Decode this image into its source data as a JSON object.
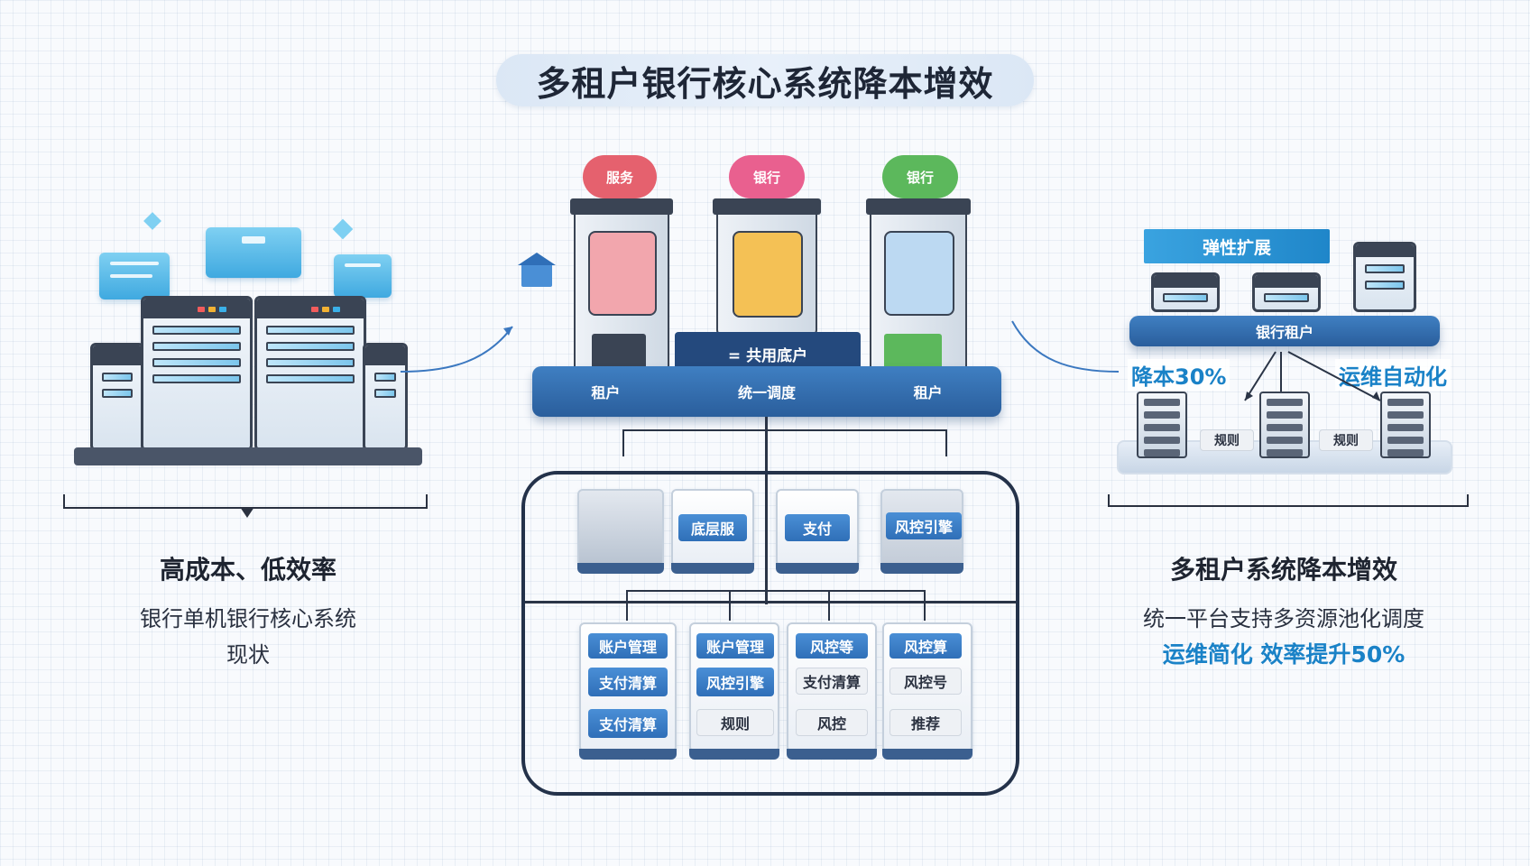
{
  "title": "多租户银行核心系统降本增效",
  "left": {
    "heading": "高成本、低效率",
    "line1": "银行单机银行核心系统",
    "line2": "现状"
  },
  "center": {
    "tenants": [
      {
        "cloud": "服务",
        "color": "#e5616e",
        "screen": "#f2a6ad"
      },
      {
        "cloud": "银行",
        "color": "#e9608f",
        "screen": "#f4c155"
      },
      {
        "cloud": "银行",
        "color": "#5cb85c",
        "screen": "#bcd9f2"
      }
    ],
    "hub_label": "= 共用底户",
    "platform_labels": [
      "租户",
      "统一调度",
      "租户"
    ],
    "services": [
      "底层服",
      "支付",
      "风控引擎"
    ],
    "modules": [
      [
        "账户管理",
        "支付清算",
        "支付清算"
      ],
      [
        "账户管理",
        "风控引擎",
        "规则"
      ],
      [
        "风控等",
        "支付清算",
        "风控"
      ],
      [
        "风控算",
        "风控号",
        "推荐"
      ]
    ]
  },
  "right": {
    "banner": "弹性扩展",
    "platform_label": "银行租户",
    "left_metric": "降本30%",
    "right_metric": "运维自动化",
    "small_labels": [
      "规则",
      "规则"
    ],
    "heading": "多租户系统降本增效",
    "line1": "统一平台支持多资源池化调度",
    "accent": "运维简化 效率提升50%"
  },
  "colors": {
    "accent": "#1a82c7",
    "platform": "#2f6fb8",
    "dark": "#24324a"
  }
}
